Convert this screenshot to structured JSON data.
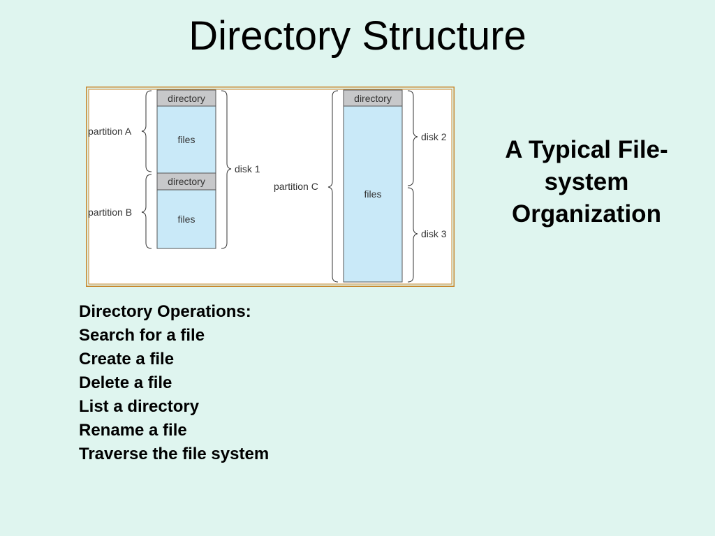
{
  "slide": {
    "title": "Directory Structure",
    "caption_lines": [
      "A Typical File-",
      "system",
      "Organization"
    ],
    "operations_heading": "Directory Operations:",
    "operations": [
      "Search for a file",
      "Create a file",
      "Delete a file",
      "List a directory",
      "Rename a file",
      "Traverse the file system"
    ]
  },
  "diagram": {
    "directory_label": "directory",
    "files_label": "files",
    "partition_a": "partition A",
    "partition_b": "partition B",
    "partition_c": "partition C",
    "disk_1": "disk 1",
    "disk_2": "disk 2",
    "disk_3": "disk 3",
    "colors": {
      "frame": "#c8882d",
      "directory_fill": "#c7c8ca",
      "files_fill": "#c9e9f8",
      "background": "#dff5ef"
    }
  }
}
